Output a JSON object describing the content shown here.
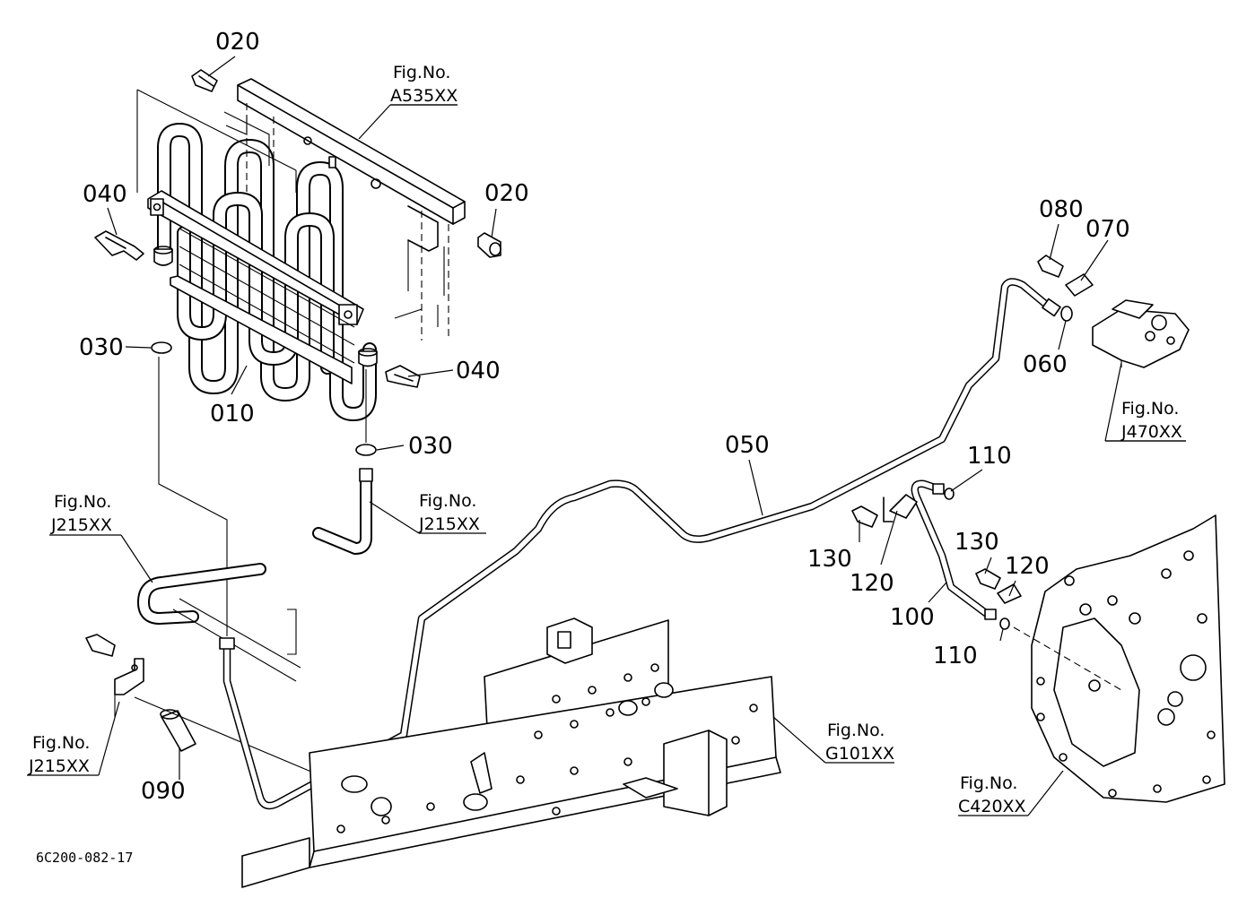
{
  "diagram": {
    "drawing_id": "6C200-082-17",
    "part_numbers": {
      "p010": "010",
      "p020_top": "020",
      "p020_right": "020",
      "p030_left": "030",
      "p030_right": "030",
      "p040_left": "040",
      "p040_right": "040",
      "p050": "050",
      "p060": "060",
      "p070": "070",
      "p080": "080",
      "p090": "090",
      "p100": "100",
      "p110_top": "110",
      "p110_bottom": "110",
      "p120_left": "120",
      "p120_right": "120",
      "p130_left": "130",
      "p130_right": "130"
    },
    "figure_refs": {
      "a535": {
        "title": "Fig.No.",
        "code": "A535XX"
      },
      "j470": {
        "title": "Fig.No.",
        "code": "J470XX"
      },
      "j215_center": {
        "title": "Fig.No.",
        "code": "J215XX"
      },
      "j215_left_upper": {
        "title": "Fig.No.",
        "code": "J215XX"
      },
      "j215_left_lower": {
        "title": "Fig.No.",
        "code": "J215XX"
      },
      "g101": {
        "title": "Fig.No.",
        "code": "G101XX"
      },
      "c420": {
        "title": "Fig.No.",
        "code": "C420XX"
      }
    }
  }
}
